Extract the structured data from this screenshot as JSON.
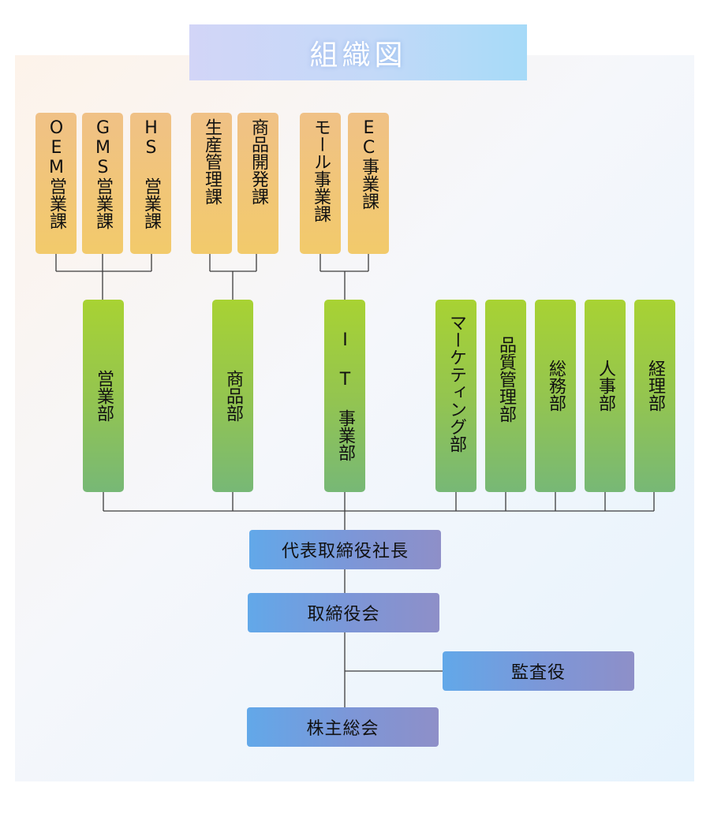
{
  "title": "組織図",
  "sections": {
    "oem": "OEM営業課",
    "gms": "GMS営業課",
    "hs": "HS 営業課",
    "seisan": "生産管理課",
    "shohin_kaihatsu": "商品開発課",
    "mall": "モール事業課",
    "ec": "EC事業課"
  },
  "departments": {
    "eigyo": "営業部",
    "shohin": "商品部",
    "it": "I T 事業部",
    "marketing": "マーケティング部",
    "hinshitsu": "品質管理部",
    "somu": "総務部",
    "jinji": "人事部",
    "keiri": "経理部"
  },
  "executive": {
    "president": "代表取締役社長",
    "board": "取締役会",
    "auditor": "監査役",
    "shareholders": "株主総会"
  },
  "colors": {
    "section_orange": "#f0c186",
    "department_green": "#94c54f",
    "executive_blue": "#7d96d7"
  }
}
